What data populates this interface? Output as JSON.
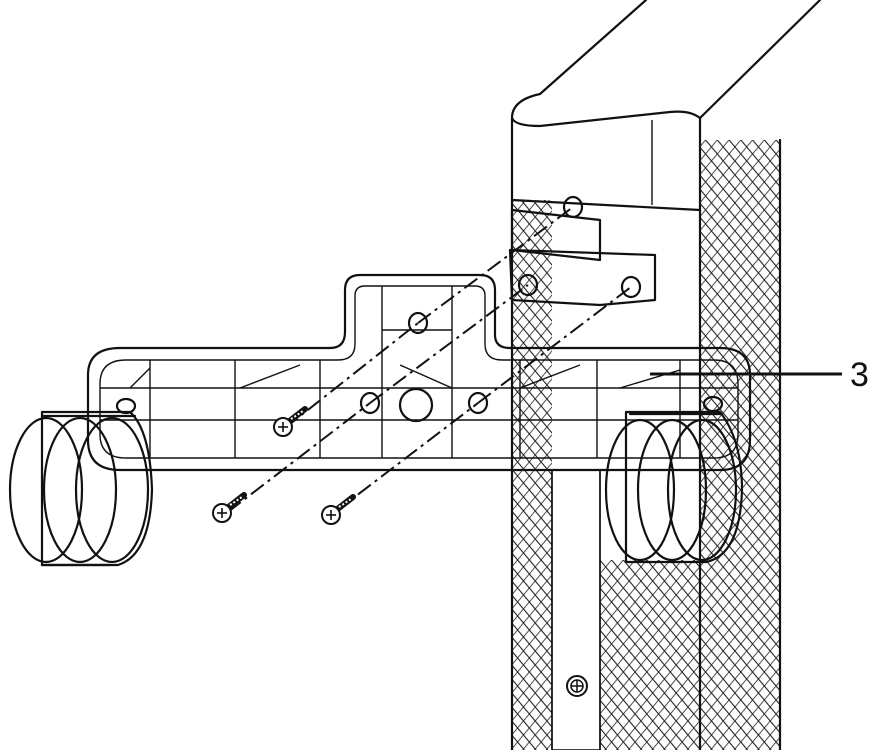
{
  "callouts": [
    {
      "label": "3",
      "target": "caster-base-bracket"
    }
  ],
  "parts": [
    "cabinet-column",
    "caster-base-bracket",
    "caster-wheel-left",
    "caster-wheel-right",
    "mounting-screw"
  ],
  "colors": {
    "line": "#111111",
    "background": "#ffffff"
  }
}
